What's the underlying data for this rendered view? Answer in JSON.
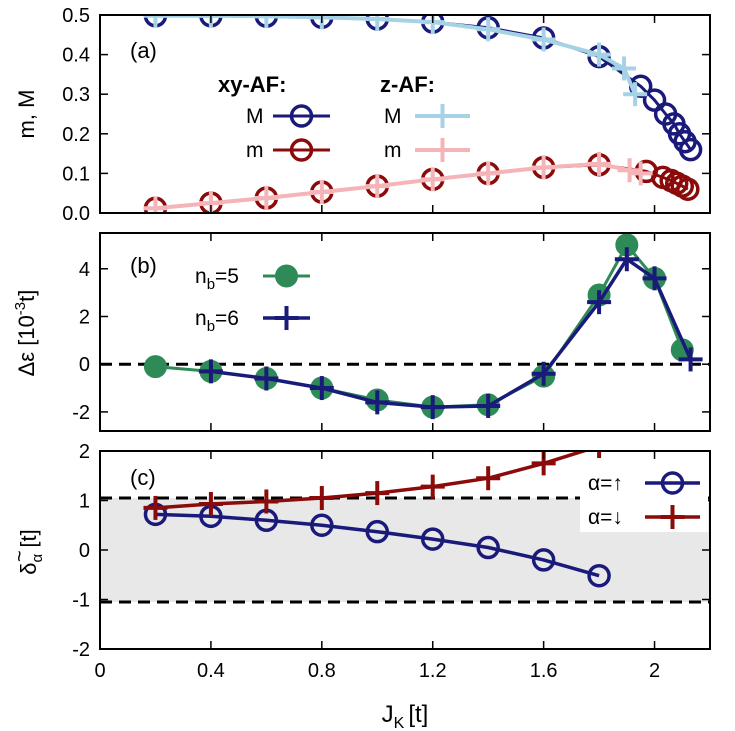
{
  "figure": {
    "xlabel": "J",
    "xlabel_sub": "K",
    "xlabel_unit": "[t]",
    "x_ticks": [
      0,
      0.4,
      0.8,
      1.2,
      1.6,
      2
    ],
    "x_tick_labels": [
      "0",
      "0.4",
      "0.8",
      "1.2",
      "1.6",
      "2"
    ],
    "xlim": [
      0,
      2.2
    ]
  },
  "panels": {
    "a": {
      "tag": "(a)",
      "ylabel": "m, M",
      "ylim": [
        0.0,
        0.5
      ],
      "y_ticks": [
        0.0,
        0.1,
        0.2,
        0.3,
        0.4,
        0.5
      ],
      "y_tick_labels": [
        "0.0",
        "0.1",
        "0.2",
        "0.3",
        "0.4",
        "0.5"
      ],
      "legend_group_1": "xy-AF:",
      "legend_group_2": "z-AF:",
      "legend_M": "M",
      "legend_m": "m"
    },
    "b": {
      "tag": "(b)",
      "ylabel": "Δε [10",
      "ylabel_sup": "-3",
      "ylabel_end": "t]",
      "ylim": [
        -2.8,
        5.5
      ],
      "y_ticks": [
        -2,
        0,
        2,
        4
      ],
      "y_tick_labels": [
        "-2",
        "0",
        "2",
        "4"
      ],
      "legend_1_main": "n",
      "legend_1_sub": "b",
      "legend_1_rest": "=5",
      "legend_2_main": "n",
      "legend_2_sub": "b",
      "legend_2_rest": "=6"
    },
    "c": {
      "tag": "(c)",
      "ylabel_tilde": "~",
      "ylabel_main": "δ",
      "ylabel_sub": "α",
      "ylabel_unit": " [t]",
      "ylim": [
        -2,
        2
      ],
      "y_ticks": [
        -2,
        -1,
        0,
        1,
        2
      ],
      "y_tick_labels": [
        "-2",
        "-1",
        "0",
        "1",
        "2"
      ],
      "legend_up": "α=↑",
      "legend_down": "α=↓"
    }
  },
  "colors": {
    "navy": "#1a1a7a",
    "light_blue": "#a6d2e6",
    "dark_red": "#8b0a0a",
    "pink": "#f4b4b8",
    "green": "#2e8b57",
    "shade": "#e8e8e8"
  },
  "chart_data": [
    {
      "type": "line",
      "panel": "a",
      "ylim": [
        0.0,
        0.5
      ],
      "series": [
        {
          "name": "M",
          "group": "xy-AF:",
          "marker": "circle",
          "x": [
            0.2,
            0.4,
            0.6,
            0.8,
            1.0,
            1.2,
            1.4,
            1.6,
            1.8,
            1.95,
            2.0,
            2.04,
            2.07,
            2.09,
            2.11,
            2.13
          ],
          "y": [
            0.498,
            0.498,
            0.497,
            0.494,
            0.49,
            0.482,
            0.468,
            0.442,
            0.395,
            0.32,
            0.285,
            0.25,
            0.225,
            0.2,
            0.18,
            0.16
          ]
        },
        {
          "name": "M",
          "group": "z-AF:",
          "marker": "plus",
          "x": [
            0.2,
            0.4,
            0.6,
            0.8,
            1.0,
            1.2,
            1.4,
            1.6,
            1.8,
            1.89,
            1.93
          ],
          "y": [
            0.498,
            0.498,
            0.497,
            0.494,
            0.49,
            0.482,
            0.464,
            0.438,
            0.4,
            0.365,
            0.3
          ]
        },
        {
          "name": "m",
          "group": "xy-AF:",
          "marker": "circle",
          "x": [
            0.2,
            0.4,
            0.6,
            0.8,
            1.0,
            1.2,
            1.4,
            1.6,
            1.8,
            1.97,
            2.03,
            2.06,
            2.08,
            2.1,
            2.12
          ],
          "y": [
            0.012,
            0.025,
            0.038,
            0.053,
            0.068,
            0.085,
            0.1,
            0.115,
            0.122,
            0.105,
            0.09,
            0.082,
            0.075,
            0.068,
            0.06
          ]
        },
        {
          "name": "m",
          "group": "z-AF:",
          "marker": "plus",
          "x": [
            0.2,
            0.4,
            0.6,
            0.8,
            1.0,
            1.2,
            1.4,
            1.6,
            1.8,
            1.91,
            1.95
          ],
          "y": [
            0.012,
            0.025,
            0.038,
            0.053,
            0.068,
            0.085,
            0.1,
            0.115,
            0.124,
            0.108,
            0.1
          ]
        }
      ]
    },
    {
      "type": "line",
      "panel": "b",
      "ylim": [
        -2.8,
        5.5
      ],
      "reference_line": 0,
      "series": [
        {
          "name": "n_b=5",
          "marker": "filled-circle",
          "x": [
            0.2,
            0.4,
            0.6,
            0.8,
            1.0,
            1.2,
            1.4,
            1.6,
            1.8,
            1.9,
            2.0,
            2.1
          ],
          "y": [
            -0.1,
            -0.3,
            -0.6,
            -1.0,
            -1.5,
            -1.8,
            -1.7,
            -0.5,
            2.9,
            5.0,
            3.6,
            0.6
          ]
        },
        {
          "name": "n_b=6",
          "marker": "plus",
          "x": [
            0.4,
            0.6,
            0.8,
            1.0,
            1.2,
            1.4,
            1.6,
            1.8,
            1.9,
            2.0,
            2.13
          ],
          "y": [
            -0.3,
            -0.6,
            -1.0,
            -1.6,
            -1.8,
            -1.75,
            -0.4,
            2.6,
            4.4,
            3.6,
            0.2
          ]
        }
      ]
    },
    {
      "type": "line",
      "panel": "c",
      "ylim": [
        -2,
        2
      ],
      "shaded_band": [
        -1.05,
        1.05
      ],
      "reference_lines": [
        -1.05,
        1.05
      ],
      "series": [
        {
          "name": "α=↑",
          "marker": "circle",
          "x": [
            0.2,
            0.4,
            0.6,
            0.8,
            1.0,
            1.2,
            1.4,
            1.6,
            1.8
          ],
          "y": [
            0.72,
            0.68,
            0.6,
            0.5,
            0.37,
            0.22,
            0.05,
            -0.2,
            -0.52
          ]
        },
        {
          "name": "α=↓",
          "marker": "plus",
          "x": [
            0.2,
            0.4,
            0.6,
            0.8,
            1.0,
            1.2,
            1.4,
            1.6,
            1.8
          ],
          "y": [
            0.85,
            0.93,
            0.98,
            1.05,
            1.15,
            1.28,
            1.45,
            1.75,
            2.1
          ]
        }
      ]
    }
  ]
}
